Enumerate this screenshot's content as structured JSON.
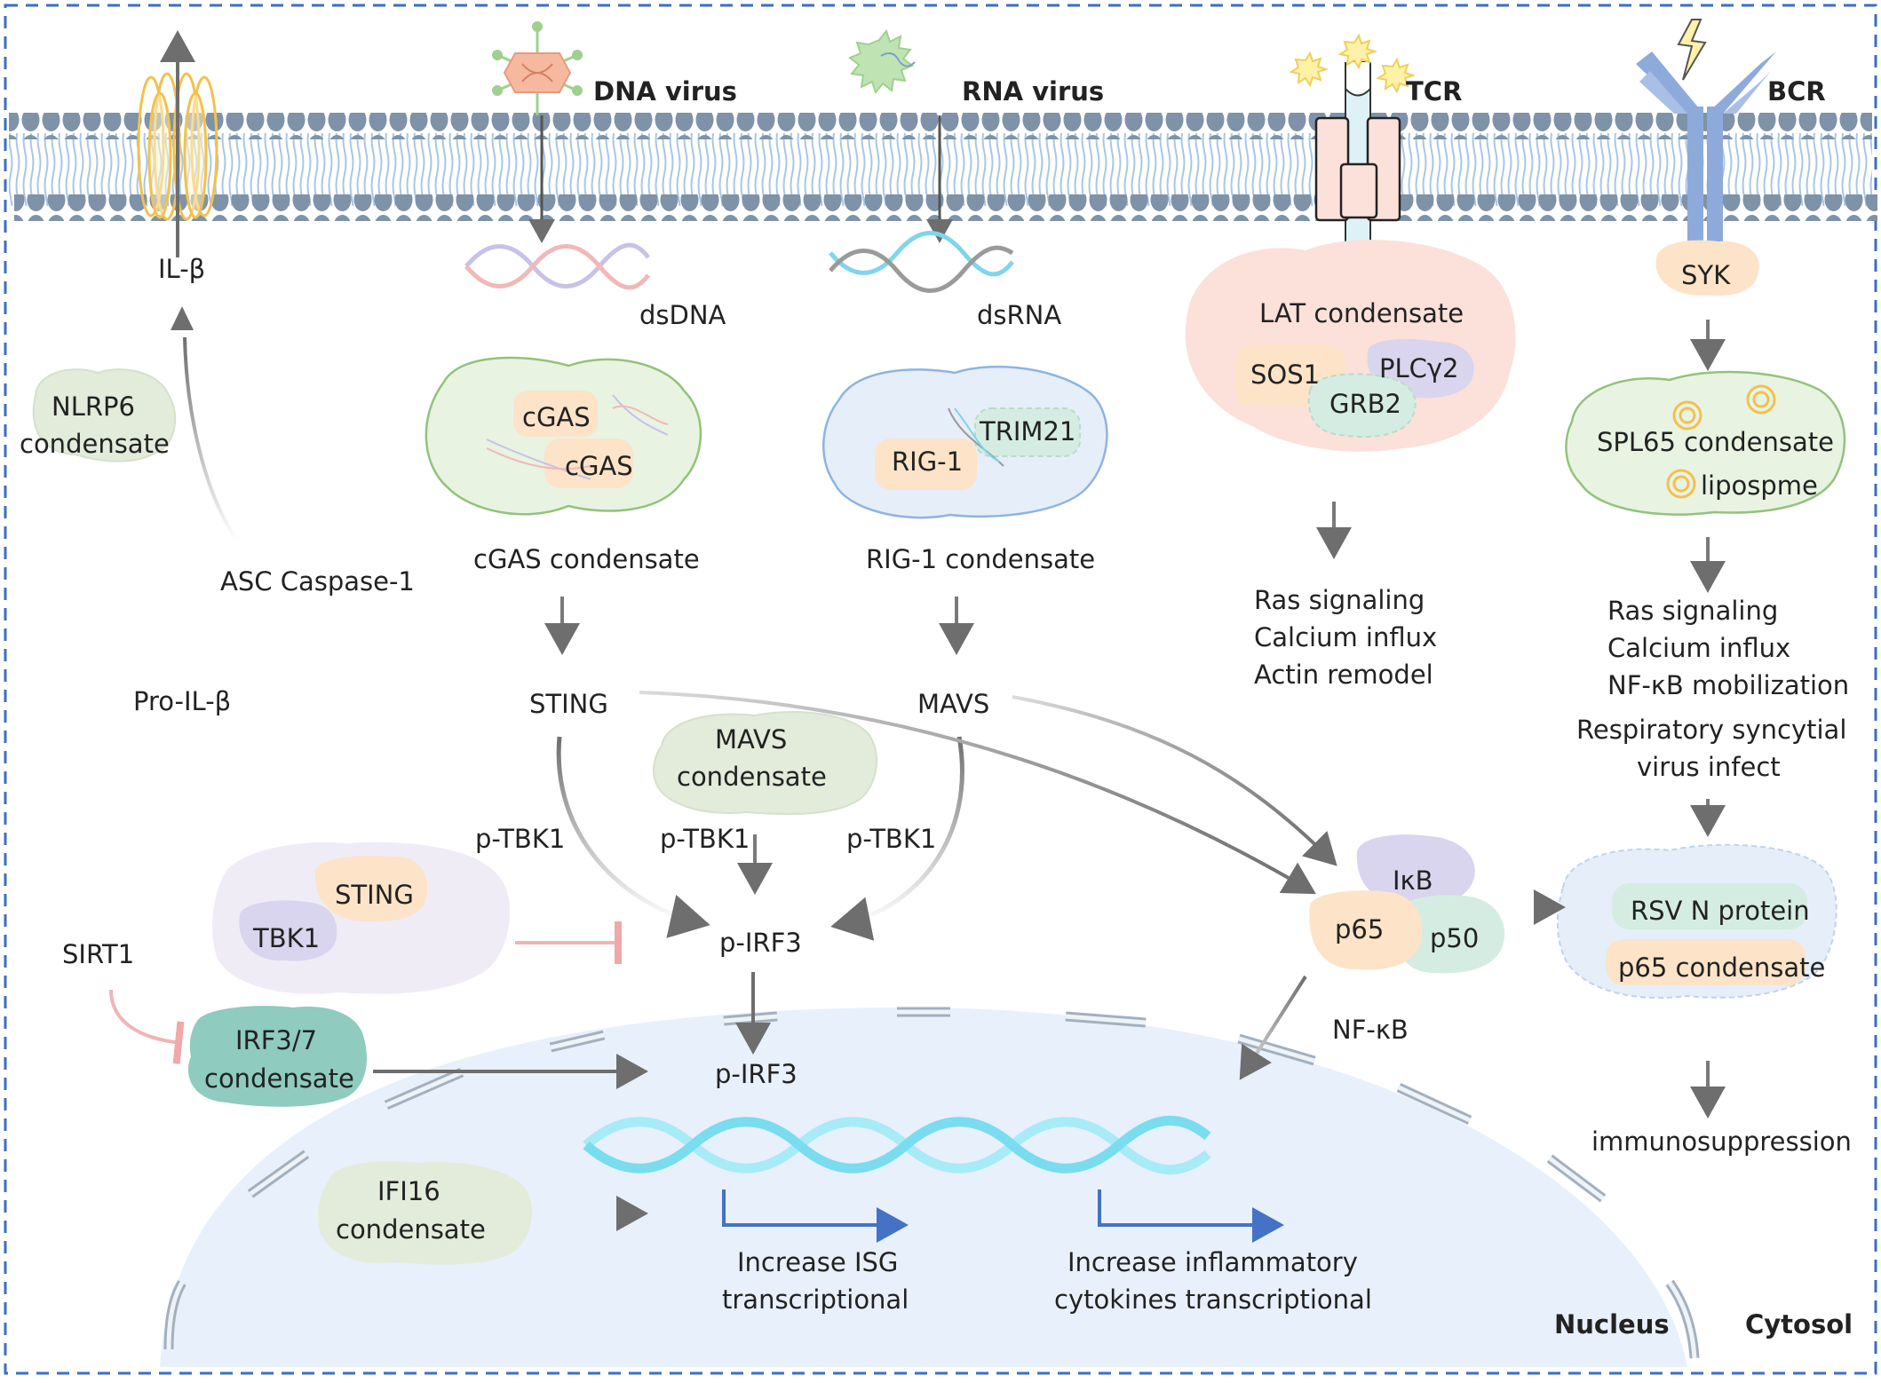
{
  "labels": {
    "il_beta": "IL-β",
    "dna_virus": "DNA virus",
    "rna_virus": "RNA virus",
    "tcr": "TCR",
    "bcr": "BCR",
    "dsdna": "dsDNA",
    "dsrna": "dsRNA",
    "syk": "SYK",
    "lat_condensate": "LAT condensate",
    "sos1": "SOS1",
    "plcy2": "PLCγ2",
    "grb2": "GRB2",
    "nlrp6_l1": "NLRP6",
    "nlrp6_l2": "condensate",
    "cgas1": "cGAS",
    "cgas2": "cGAS",
    "trim21": "TRIM21",
    "rig1": "RIG-1",
    "spl65": "SPL65 condensate",
    "liposome": "lipospme",
    "asc_caspase": "ASC Caspase-1",
    "cgas_condensate": "cGAS condensate",
    "rig1_condensate": "RIG-1 condensate",
    "t_ras": "Ras signaling",
    "t_ca": "Calcium influx",
    "t_actin": "Actin remodel",
    "b_ras": "Ras signaling",
    "b_ca": "Calcium influx",
    "b_nfkb": "NF-κB mobilization",
    "rsv_l1": "Respiratory syncytial",
    "rsv_l2": "virus infect",
    "pro_il": "Pro-IL-β",
    "sting": "STING",
    "mavs": "MAVS",
    "mavs_c1": "MAVS",
    "mavs_c2": "condensate",
    "ptbk1_a": "p-TBK1",
    "ptbk1_b": "p-TBK1",
    "ptbk1_c": "p-TBK1",
    "sting_box": "STING",
    "tbk1_box": "TBK1",
    "ikb": "IκB",
    "p65": "p65",
    "p50": "p50",
    "rsv_n": "RSV N protein",
    "p65_condensate": "p65 condensate",
    "sirt1": "SIRT1",
    "pirf3_top": "p-IRF3",
    "pirf3_bottom": "p-IRF3",
    "nfkb": "NF-κB",
    "irf37_l1": "IRF3/7",
    "irf37_l2": "condensate",
    "immunosuppression": "immunosuppression",
    "ifi16_l1": "IFI16",
    "ifi16_l2": "condensate",
    "isg_l1": "Increase ISG",
    "isg_l2": "transcriptional",
    "inflam_l1": "Increase inflammatory",
    "inflam_l2": "cytokines transcriptional",
    "nucleus": "Nucleus",
    "cytosol": "Cytosol"
  },
  "colors": {
    "border": "#3a6fc4",
    "membrane_head": "#7f93a8",
    "membrane_tail": "#a9c6e6",
    "nucleus_fill": "#e8f0fb",
    "pore": "#a9b5c2",
    "arrow": "#7a7a7a",
    "inhibit": "#f0b4b4",
    "transcription": "#4472c4",
    "peach": "#fde3c8",
    "green_cloud": "#e9f3e2",
    "blue_cloud": "#e6eef9",
    "pink_cloud": "#fbe1da",
    "lavender": "#d9d5ee",
    "mint": "#d5ece2",
    "teal": "#8fcbbf",
    "sage": "#e3ebda",
    "purple_cloud": "#f0ecf6",
    "bcr": "#8eaadb",
    "il_gold": "#f2c14e"
  }
}
